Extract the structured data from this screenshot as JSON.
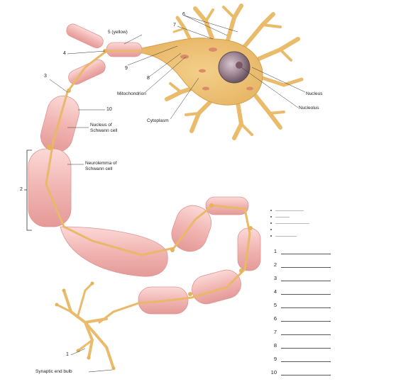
{
  "diagram": {
    "labels": {
      "yellow5": "5 (yellow)",
      "n4": "4",
      "n3": "3",
      "n9": "9",
      "n8": "8",
      "n6": "6",
      "n7": "7",
      "n10": "10",
      "n2": "2",
      "n1": "1",
      "mitochondrion": "Mitochondrion",
      "cytoplasm": "Cytoplasm",
      "nucleus": "Nucleus",
      "nucleolus": "Nucleolus",
      "schwann_nucleus": "Nucleus of\nSchwann cell",
      "neurolemma": "Neurolemma of\nSchwann cell",
      "synaptic": "Synaptic end bulb"
    },
    "answer_numbers": [
      "1",
      "2",
      "3",
      "4",
      "5",
      "6",
      "7",
      "8",
      "9",
      "10"
    ]
  }
}
